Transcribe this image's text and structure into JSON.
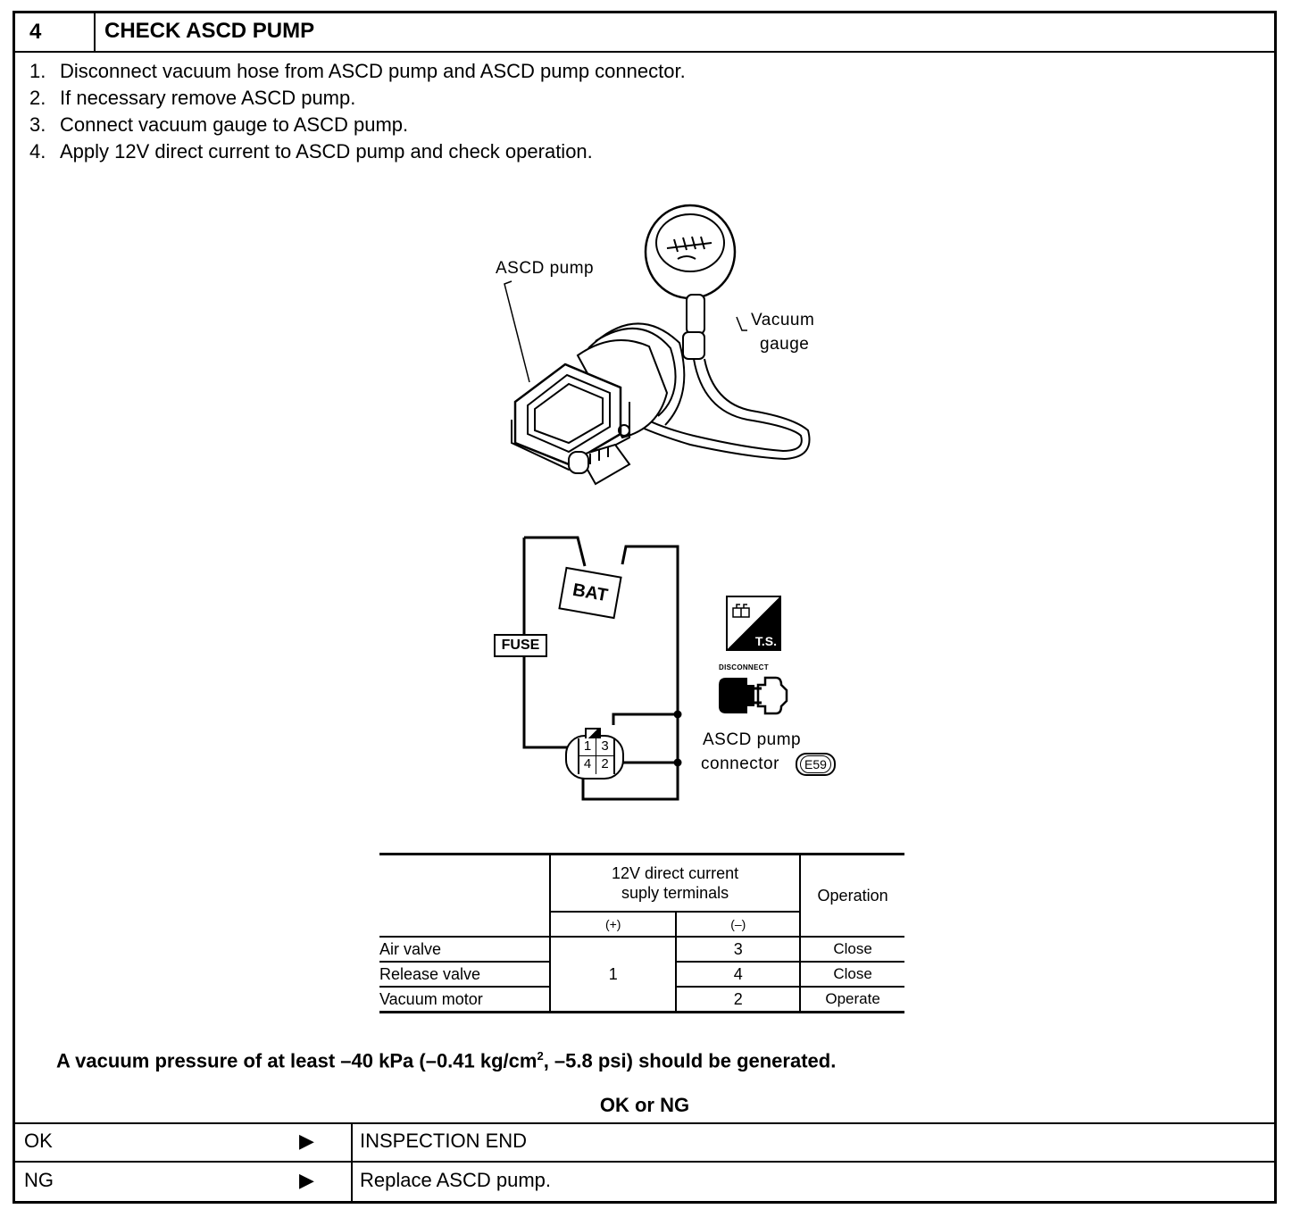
{
  "header": {
    "step_number": "4",
    "title": "CHECK ASCD PUMP"
  },
  "steps": [
    {
      "num": "1.",
      "text": "Disconnect vacuum hose from ASCD pump and ASCD pump connector."
    },
    {
      "num": "2.",
      "text": "If necessary remove ASCD pump."
    },
    {
      "num": "3.",
      "text": "Connect vacuum gauge to ASCD pump."
    },
    {
      "num": "4.",
      "text": "Apply 12V direct current to ASCD pump and check operation."
    }
  ],
  "diagram": {
    "pump_label": "ASCD pump",
    "gauge_label_1": "Vacuum",
    "gauge_label_2": "gauge",
    "battery_label": "BAT",
    "fuse_label": "FUSE",
    "ts_label": "T.S.",
    "disconnect_label": "DISCONNECT",
    "connector_label_1": "ASCD pump",
    "connector_label_2": "connector",
    "connector_code": "E59",
    "terminals": [
      "1",
      "3",
      "4",
      "2"
    ]
  },
  "table": {
    "supply_header": "12V direct current supply terminals",
    "supply_header_line1": "12V direct current",
    "supply_header_line2": "suply terminals",
    "plus_header": "(+)",
    "minus_header": "(–)",
    "operation_header": "Operation",
    "plus_value": "1",
    "rows": [
      {
        "item": "Air valve",
        "minus": "3",
        "operation": "Close"
      },
      {
        "item": "Release valve",
        "minus": "4",
        "operation": "Close"
      },
      {
        "item": "Vacuum motor",
        "minus": "2",
        "operation": "Operate"
      }
    ]
  },
  "note": {
    "text_a": "A vacuum pressure of at least –40 kPa (–0.41 kg/cm",
    "sup": "2",
    "text_b": ", –5.8 psi) should be generated."
  },
  "ok_ng": "OK or NG",
  "results": [
    {
      "key": "OK",
      "arrow": "▶",
      "value": "INSPECTION END"
    },
    {
      "key": "NG",
      "arrow": "▶",
      "value": "Replace ASCD pump."
    }
  ]
}
